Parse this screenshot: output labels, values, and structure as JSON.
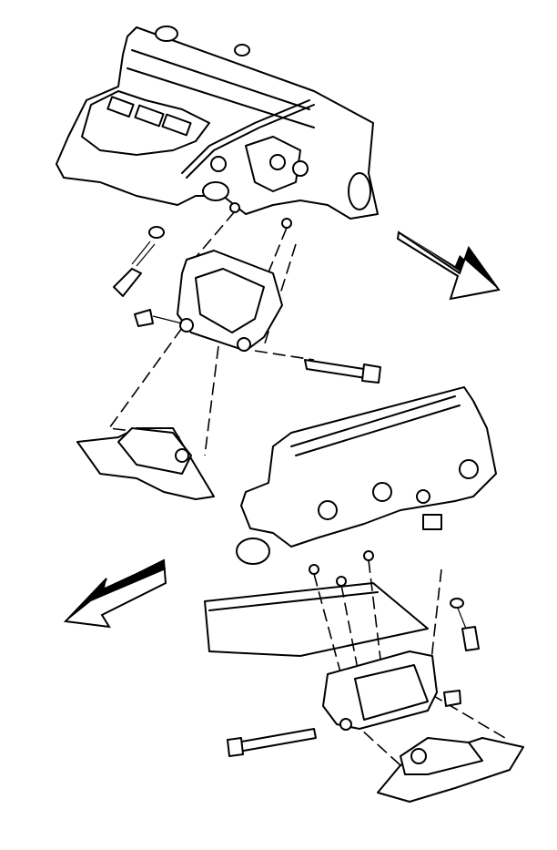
{
  "colors": {
    "line": "#000000",
    "background": "#ffffff"
  },
  "icons": [
    "direction-arrow-upper",
    "direction-arrow-lower"
  ],
  "views": [
    "upper-engine-mount-assembly",
    "lower-engine-mount-assembly"
  ]
}
